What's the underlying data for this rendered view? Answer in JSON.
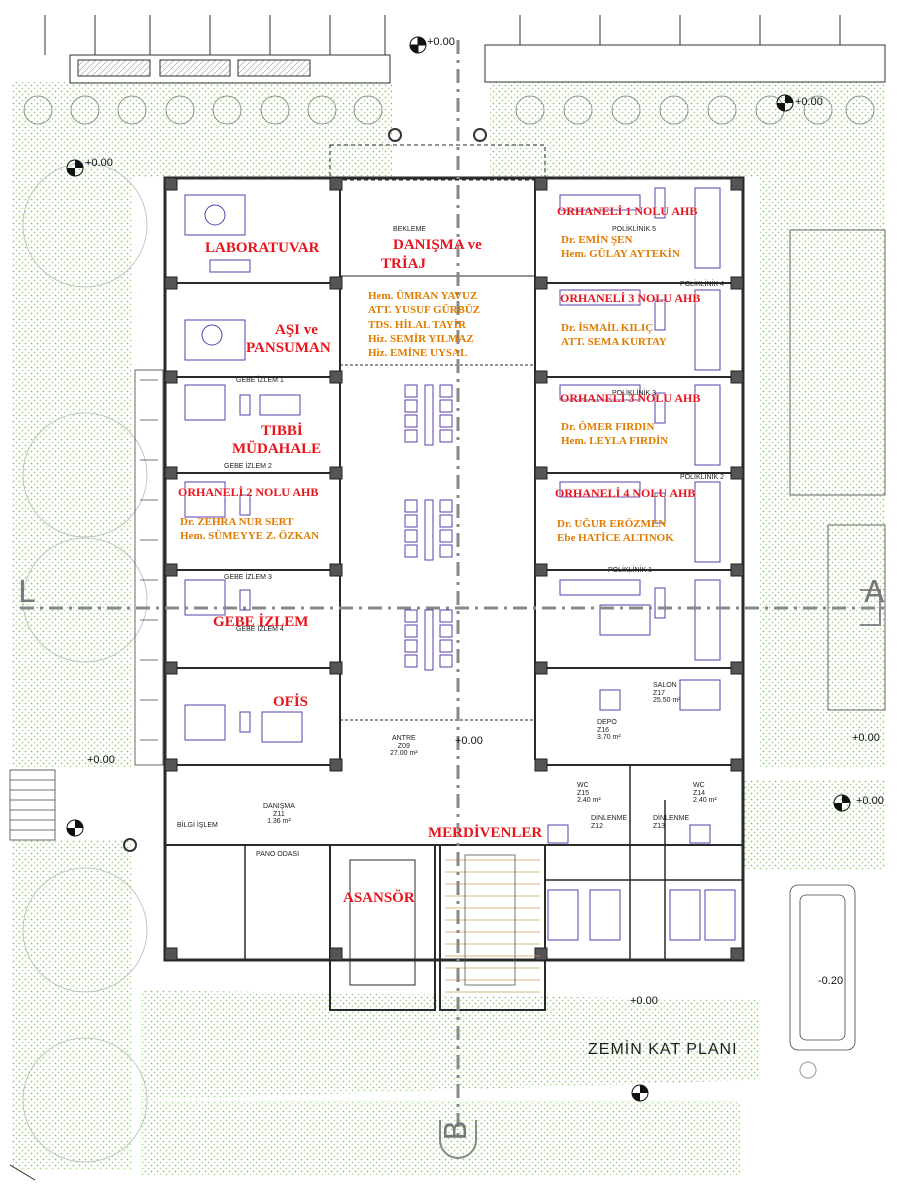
{
  "plan_title": "ZEMİN KAT PLANI",
  "axis_labels": {
    "left": "L",
    "right": "A",
    "bottom": "B"
  },
  "levels": [
    "+0.00",
    "+0.00",
    "+0.00",
    "+0.00",
    "+0.00",
    "+0.00",
    "+0.00",
    "+0.00",
    "-0.20"
  ],
  "rooms": {
    "laboratuvar": "LABORATUVAR",
    "danisma_triaj_1": "DANIŞMA ve",
    "danisma_triaj_2": "TRİAJ",
    "asi_1": "AŞI ve",
    "asi_2": "PANSUMAN",
    "tibbi_1": "TIBBİ",
    "tibbi_2": "MÜDAHALE",
    "ahb2": "ORHANELİ 2 NOLU AHB",
    "gebe": "GEBE İZLEM",
    "ofis": "OFİS",
    "asansor": "ASANSÖR",
    "merdivenler": "MERDİVENLER",
    "ahb1": "ORHANELİ 1 NOLU AHB",
    "ahb3a": "ORHANELİ 3 NOLU AHB",
    "ahb3b": "ORHANELİ 3 NOLU AHB",
    "ahb4": "ORHANELİ 4 NOLU AHB"
  },
  "staff": {
    "triaj": [
      "Hem. ÜMRAN YAVUZ",
      "ATT. YUSUF GÜRBÜZ",
      "TDS. HİLAL TAYİR",
      "Hiz. SEMİR YILMAZ",
      "Hiz. EMİNE UYSAL"
    ],
    "ahb1": [
      "Dr. EMİN ŞEN",
      "Hem. GÜLAY AYTEKİN"
    ],
    "ahb3a": [
      "Dr. İSMAİL KILIÇ",
      "ATT. SEMA KURTAY"
    ],
    "ahb3b": [
      "Dr. ÖMER FIRDIN",
      "Hem. LEYLA FIRDİN"
    ],
    "ahb4": [
      "Dr. UĞUR ERÖZMEN",
      "Ebe HATİCE ALTINOK"
    ],
    "ahb2": [
      "Dr. ZEHRA NUR SERT",
      "Hem. SÜMEYYE Z. ÖZKAN"
    ]
  },
  "tech_labels": {
    "bekleme": "BEKLEME",
    "antre": [
      "ANTRE",
      "Z09",
      "27.00 m²"
    ],
    "danisma": [
      "DANIŞMA",
      "Z11",
      "1.36 m²"
    ],
    "bilgi_islem": "BİLGİ İŞLEM",
    "pano_odasi": "PANO ODASI",
    "salon": [
      "SALON",
      "Z17",
      "25.50 m²"
    ],
    "depo": [
      "DEPO",
      "Z16",
      "3.70 m²"
    ],
    "wc1": [
      "WC",
      "Z15",
      "2.40 m²"
    ],
    "wc2": [
      "WC",
      "Z14",
      "2.40 m²"
    ],
    "dinlenme1": [
      "DİNLENME",
      "Z12"
    ],
    "dinlenme2": [
      "DİNLENME",
      "Z13"
    ],
    "gebe_izlem_1": "GEBE İZLEM 1",
    "gebe_izlem_2": "GEBE İZLEM 2",
    "gebe_izlem_3": "GEBE İZLEM 3",
    "gebe_izlem_4": "GEBE İZLEM 4",
    "poliklinik_5": "POLİKLİNİK 5",
    "poliklinik_4": "POLİKLİNİK 4",
    "poliklinik_3": "POLİKLİNİK 3",
    "poliklinik_2": "POLİKLİNİK 2",
    "poliklinik_1": "POLİKLİNİK 1"
  },
  "colors": {
    "wall": "#2a2a2a",
    "room_label": "#e8141b",
    "staff": "#e07c00",
    "furniture": "#5b3fae",
    "landscape": "#9dd28a"
  }
}
